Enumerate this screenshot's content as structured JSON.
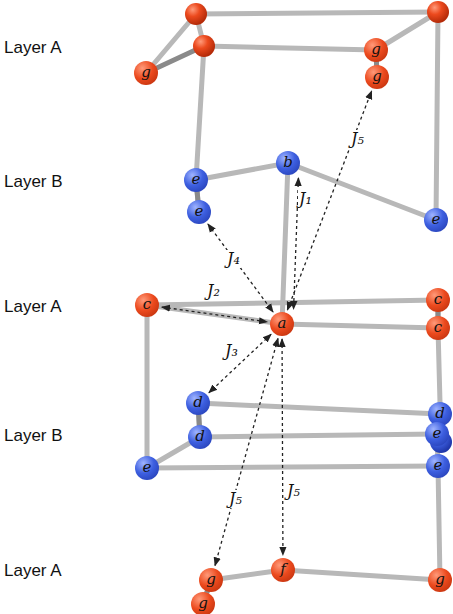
{
  "diagram": {
    "nodes": [
      {
        "text": [
          "g"
        ]
      },
      {
        "text": [
          "g"
        ]
      },
      {
        "text": [
          "g"
        ]
      },
      {
        "text": [
          "b"
        ]
      },
      {
        "text": [
          "e"
        ]
      },
      {
        "text": [
          "e"
        ]
      },
      {
        "text": [
          "e"
        ]
      },
      {
        "text": [
          "c"
        ]
      },
      {
        "text": [
          "c"
        ]
      },
      {
        "text": [
          "a"
        ]
      },
      {
        "text": [
          "c"
        ]
      },
      {
        "text": [
          "d"
        ]
      },
      {
        "text": [
          "d"
        ]
      },
      {
        "text": [
          "e"
        ]
      },
      {
        "text": [
          "d"
        ]
      },
      {
        "text": [
          "e"
        ]
      },
      {
        "text": [
          "e"
        ]
      },
      {
        "text": [
          "f"
        ]
      },
      {
        "text": [
          "g"
        ]
      },
      {
        "text": [
          "g"
        ]
      },
      {
        "text": [
          "g"
        ]
      }
    ],
    "edges": [
      {
        "from": 3,
        "to": 9,
        "arrow": "both",
        "label": "J₁"
      },
      {
        "from": 8,
        "to": 9,
        "arrow": "both",
        "label": "J₂"
      },
      {
        "from": 9,
        "to": 11,
        "arrow": "both",
        "label": "J₃"
      },
      {
        "from": 5,
        "to": 9,
        "arrow": "both",
        "label": "J₄"
      },
      {
        "from": 9,
        "to": 2,
        "arrow": "both",
        "label": "J₅"
      },
      {
        "from": 9,
        "to": 18,
        "arrow": "both",
        "label": "J₅"
      },
      {
        "from": 9,
        "to": 17,
        "arrow": "both",
        "label": "J₅"
      }
    ],
    "labels": [
      "Layer A",
      "Layer B",
      "Layer A",
      "Layer B",
      "Layer A"
    ]
  }
}
